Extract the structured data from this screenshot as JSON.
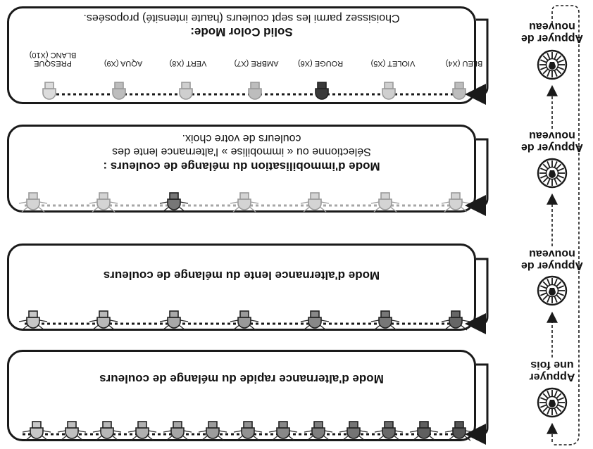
{
  "buttons": [
    {
      "label_line1": "Appuyer",
      "label_line2": "une fois"
    },
    {
      "label_line1": "Appuyer de",
      "label_line2": "nouveau"
    },
    {
      "label_line1": "Appuyer de",
      "label_line2": "nouveau"
    },
    {
      "label_line1": "Appuyer de",
      "label_line2": "nouveau"
    }
  ],
  "panels": {
    "fast": {
      "title": "Mode d'alternance rapide du mélange de couleurs"
    },
    "slow": {
      "title": "Mode d'alternance lente du mélange de couleurs"
    },
    "freeze": {
      "title": "Mode d'immobilisation du mélange de couleurs :",
      "desc_line1": "Sélectionne ou « immobilise » l'alternance lente des",
      "desc_line2": "couleurs de votre choix."
    },
    "solid": {
      "title": "Solid Color Mode:",
      "desc": "Choisissez parmi les sept couleurs (haute intensité) proposées."
    }
  },
  "solid_colors": [
    {
      "label": "BLEU (X4)",
      "color": "#bdbdbd"
    },
    {
      "label": "VIOLET (X5)",
      "color": "#cfcfcf"
    },
    {
      "label": "ROUGE (X6)",
      "color": "#3a3a3a"
    },
    {
      "label": "AMBRE (X7)",
      "color": "#bdbdbd"
    },
    {
      "label": "VERT (X8)",
      "color": "#cfcfcf"
    },
    {
      "label": "AQUA (X9)",
      "color": "#bdbdbd"
    },
    {
      "label_line1": "PRESQUE",
      "label_line2": "BLANC (X10)",
      "color": "#dcdcdc"
    }
  ]
}
